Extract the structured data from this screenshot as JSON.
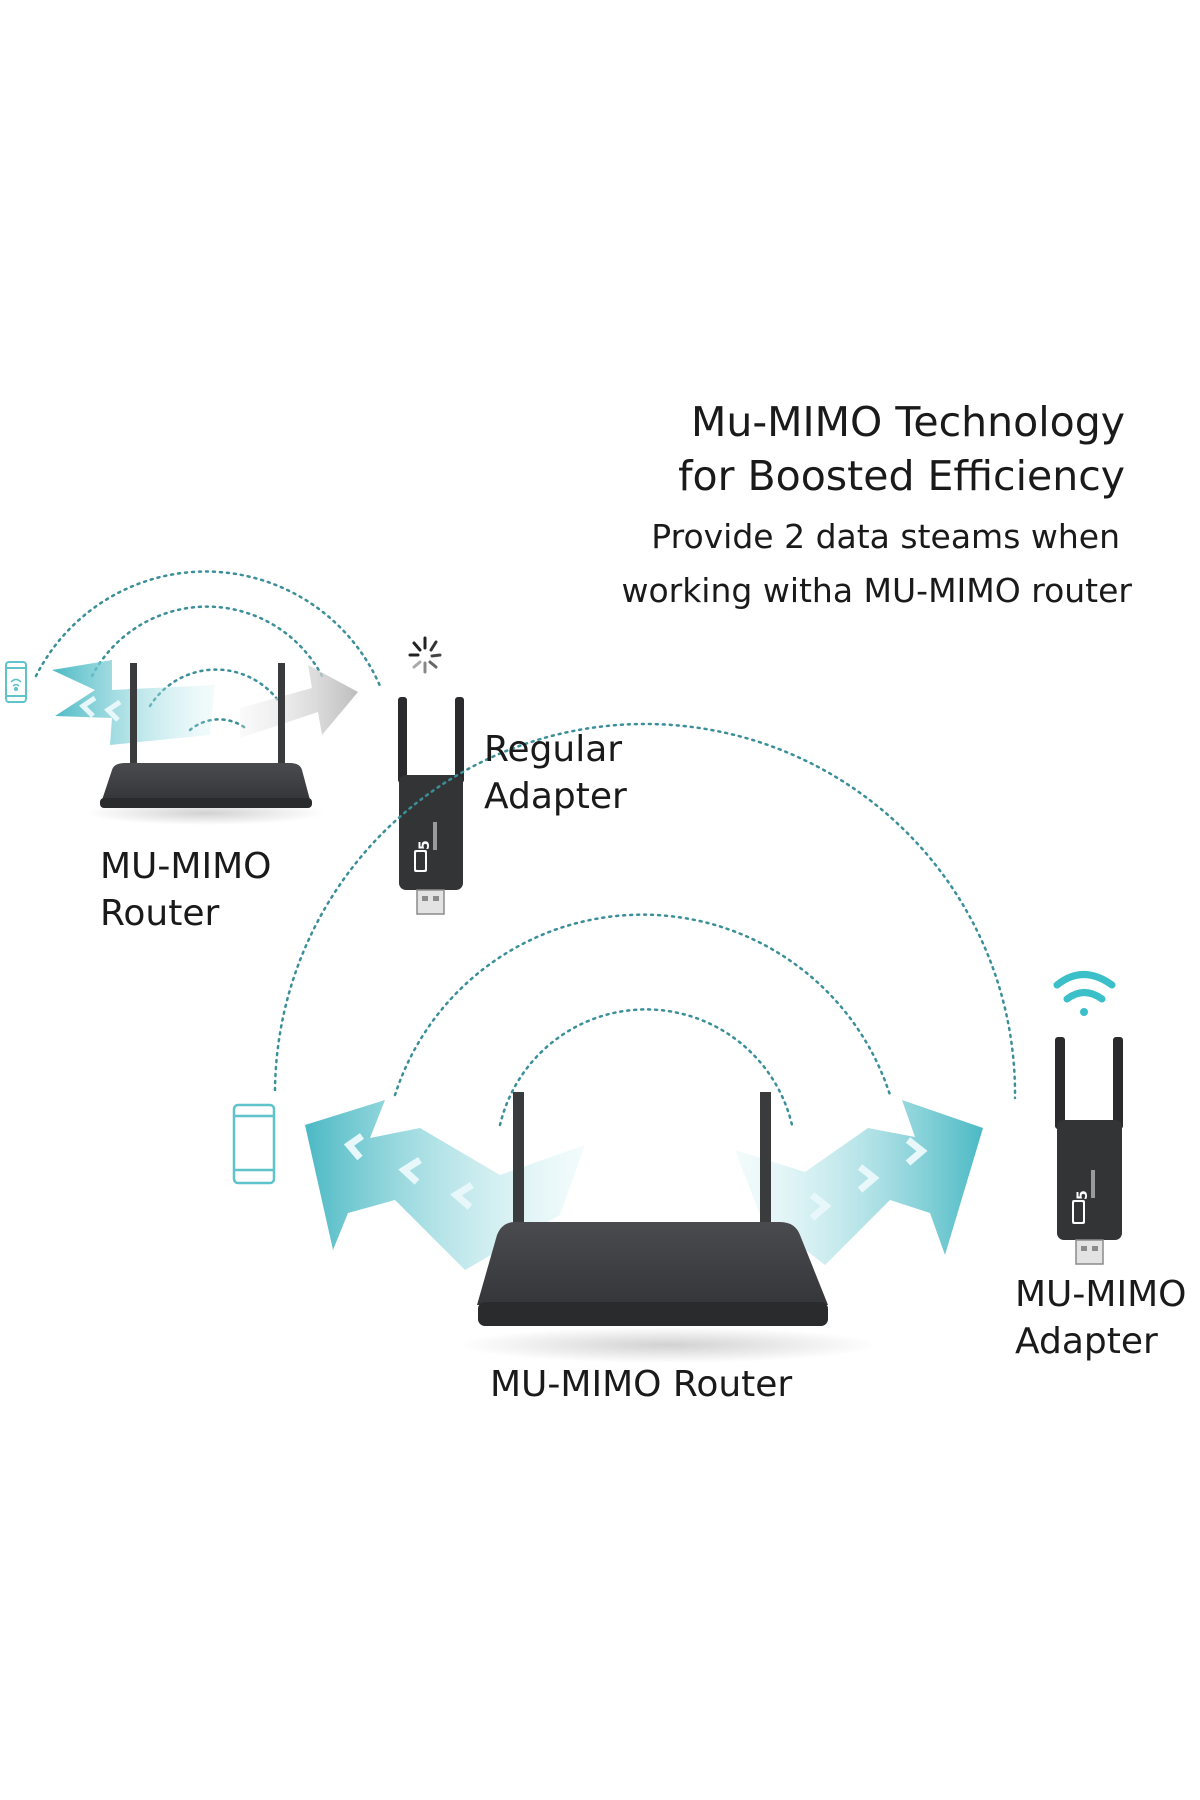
{
  "headline": {
    "line1": "Mu-MIMO Technology",
    "line2": "for Boosted Efficiency"
  },
  "subtext": {
    "line1": "Provide 2 data steams when",
    "line2": "working witha MU-MIMO router"
  },
  "top_scene": {
    "router_label_line1": "MU-MIMO",
    "router_label_line2": "Router",
    "adapter_label_line1": "Regular",
    "adapter_label_line2": "Adapter",
    "adapter_badge": "5"
  },
  "bottom_scene": {
    "router_label": "MU-MIMO Router",
    "adapter_label_line1": "MU-MIMO",
    "adapter_label_line2": "Adapter",
    "adapter_badge": "5"
  },
  "colors": {
    "teal": "#5fc3cc",
    "teal_dark": "#3aa9b5",
    "device": "#3a3b3d",
    "grey_arrow": "#c9c9c9"
  }
}
